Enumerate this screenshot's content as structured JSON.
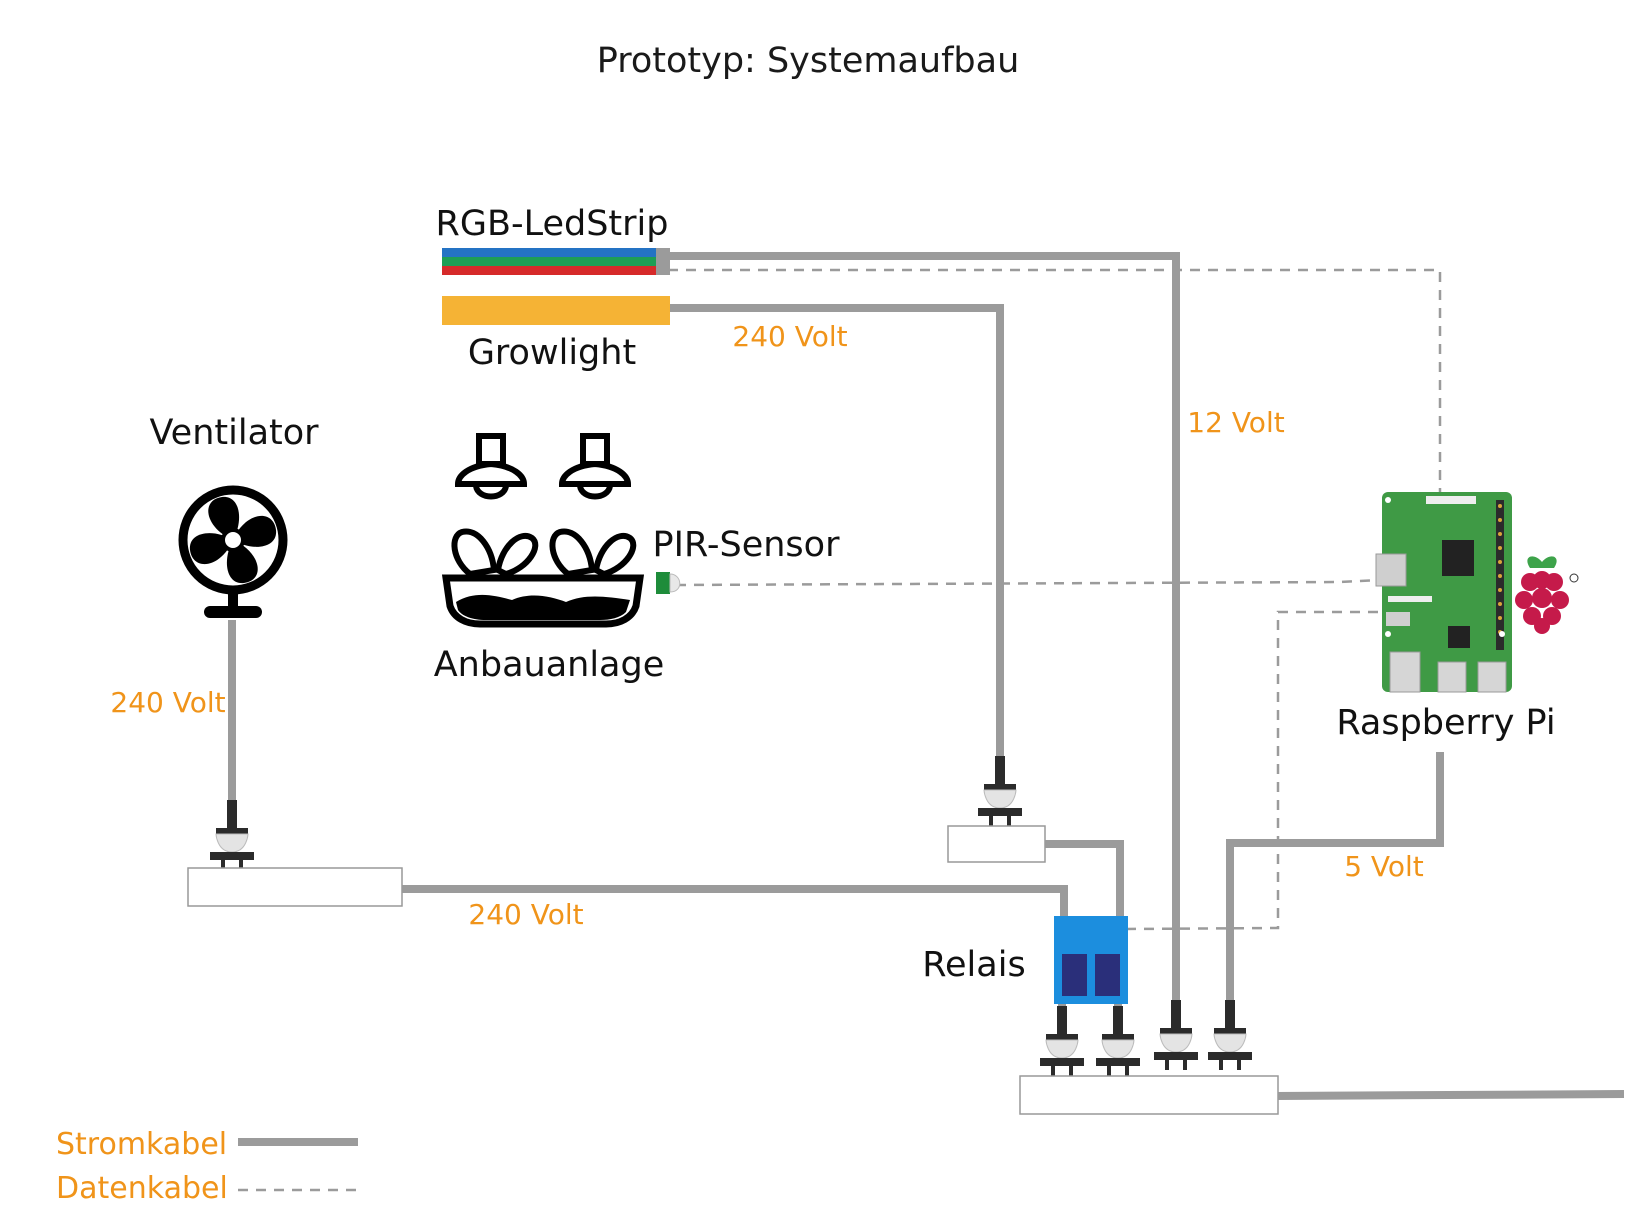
{
  "title": "Prototyp: Systemaufbau",
  "labels": {
    "rgb_ledstrip": "RGB-LedStrip",
    "growlight": "Growlight",
    "ventilator": "Ventilator",
    "pir_sensor": "PIR-Sensor",
    "anbauanlage": "Anbauanlage",
    "raspberry_pi": "Raspberry Pi",
    "relais": "Relais"
  },
  "voltages": {
    "growlight": "240 Volt",
    "ledstrip": "12 Volt",
    "ventilator": "240 Volt",
    "power_strip": "240 Volt",
    "raspberry_pi": "5 Volt"
  },
  "legend": {
    "power_cable": "Stromkabel",
    "data_cable": "Datenkabel"
  },
  "colors": {
    "voltage_text": "#f0941a",
    "cable": "#9b9b9b",
    "relay": "#1c8ede",
    "relay_switch": "#2a2f7a",
    "growlight": "#f5b335",
    "led_blue": "#2473c4",
    "led_green": "#1e9e55",
    "led_red": "#d62a2a",
    "pi_board": "#3f9a45",
    "raspberry": "#c51a4a",
    "pir": "#1e8c3a"
  },
  "icons": [
    "fan-icon",
    "lamp-icon",
    "plant-tray-icon",
    "raspberry-pi-board-icon",
    "raspberry-logo-icon",
    "plug-icon",
    "relay-icon"
  ]
}
